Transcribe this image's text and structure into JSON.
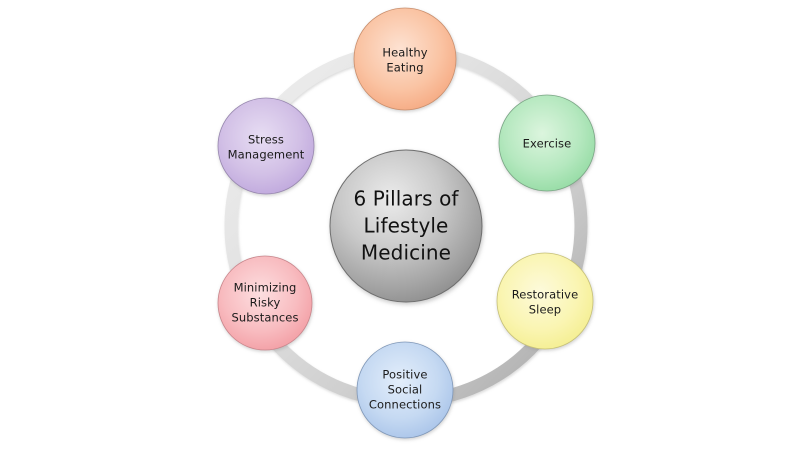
{
  "diagram": {
    "title": "6 Pillars of Lifestyle Medicine",
    "type": "hub-and-spoke-circle",
    "background_color": "#ffffff",
    "center": {
      "label_lines": [
        "6 Pillars of",
        "Lifestyle",
        "Medicine"
      ],
      "line1": "6 Pillars of",
      "line2": "Lifestyle",
      "line3": "Medicine",
      "fill_inner": "#e6e6e6",
      "fill_outer": "#8f8f8f",
      "stroke": "#6e6e6e",
      "text_color": "#111111"
    },
    "ring": {
      "color_light": "#ededed",
      "color_mid": "#d8d8d8",
      "color_dark": "#a8a8a8",
      "thickness": "13"
    },
    "pillars": [
      {
        "id": "healthy-eating",
        "line1": "Healthy",
        "line2": "Eating",
        "line3": "",
        "fill_inner": "#fbd9c6",
        "fill_outer": "#f6a980",
        "stroke": "#c98f6d",
        "position": "top"
      },
      {
        "id": "exercise",
        "line1": "Exercise",
        "line2": "",
        "line3": "",
        "fill_inner": "#d6f2d9",
        "fill_outer": "#8fdba0",
        "stroke": "#7aa585",
        "position": "top-right"
      },
      {
        "id": "restorative-sleep",
        "line1": "Restorative",
        "line2": "Sleep",
        "line3": "",
        "fill_inner": "#fbf8cf",
        "fill_outer": "#f5ef8a",
        "stroke": "#c6c078",
        "position": "bottom-right"
      },
      {
        "id": "positive-social-connections",
        "line1": "Positive",
        "line2": "Social",
        "line3": "Connections",
        "fill_inner": "#dbe8f8",
        "fill_outer": "#a5c2e8",
        "stroke": "#8098b8",
        "position": "bottom"
      },
      {
        "id": "minimizing-risky-substances",
        "line1": "Minimizing",
        "line2": "Risky",
        "line3": "Substances",
        "fill_inner": "#fbd2d5",
        "fill_outer": "#f39aa0",
        "stroke": "#c8868c",
        "position": "bottom-left"
      },
      {
        "id": "stress-management",
        "line1": "Stress",
        "line2": "Management",
        "line3": "",
        "fill_inner": "#e0d3ef",
        "fill_outer": "#bda5dc",
        "stroke": "#9787ae",
        "position": "top-left"
      }
    ]
  }
}
